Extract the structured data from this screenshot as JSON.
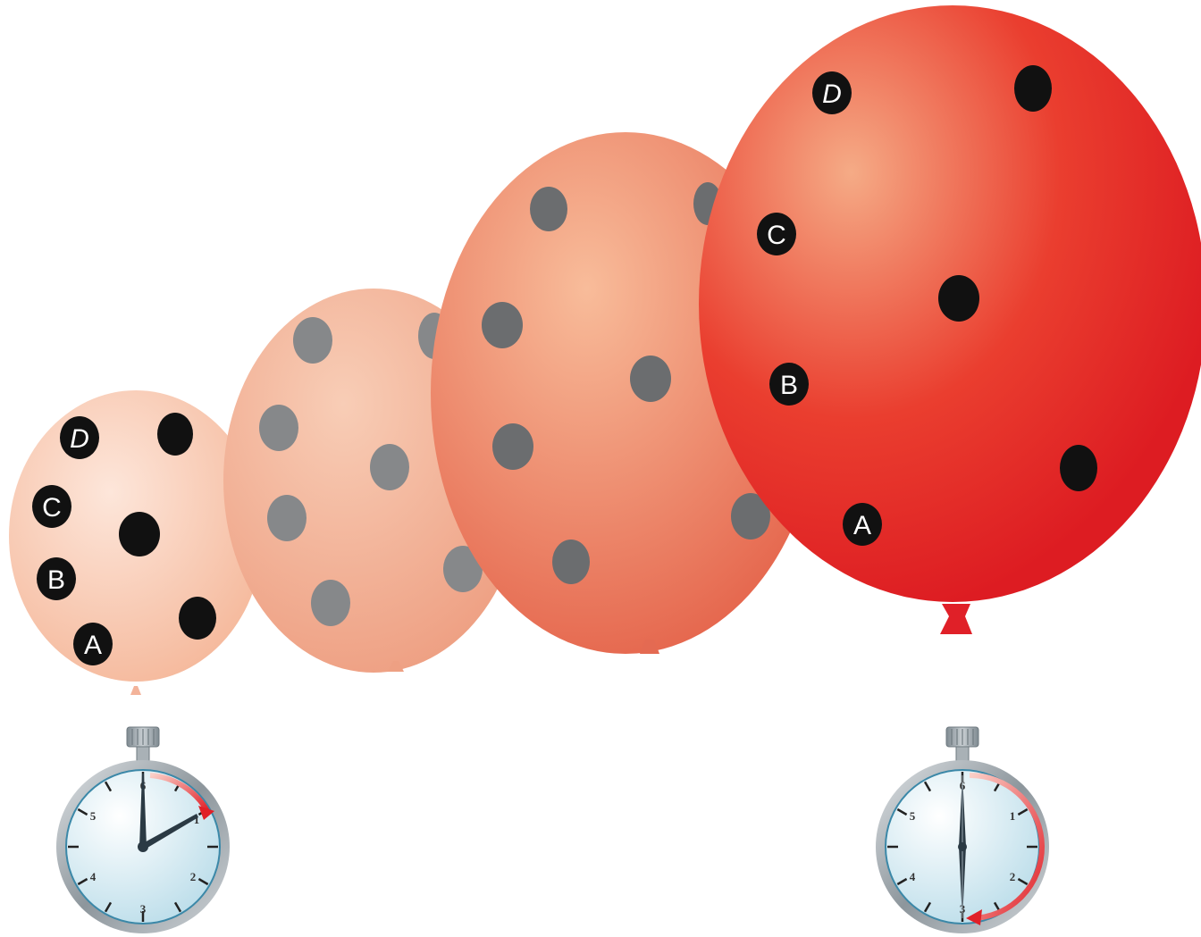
{
  "balloon_1": {
    "color_light": "#fce0d2",
    "color_dark": "#f5b89a",
    "labels": {
      "a": "A",
      "b": "B",
      "c": "C",
      "d": "D"
    }
  },
  "balloon_2": {
    "color_light": "#f7c5ae",
    "color_dark": "#eea285"
  },
  "balloon_3": {
    "color_light": "#f8b896",
    "color_dark": "#e66a50"
  },
  "balloon_4": {
    "color_light": "#f4a883",
    "color_dark": "#e41d24",
    "labels": {
      "a": "A",
      "b": "B",
      "c": "C",
      "d": "D"
    }
  },
  "clock_start": {
    "numbers": {
      "n6": "6",
      "n1": "1",
      "n2": "2",
      "n3": "3",
      "n4": "4",
      "n5": "5"
    },
    "arrow_color": "#e02028"
  },
  "clock_end": {
    "numbers": {
      "n6": "6",
      "n1": "1",
      "n2": "2",
      "n3": "3",
      "n4": "4",
      "n5": "5"
    },
    "arrow_color": "#e02028"
  }
}
